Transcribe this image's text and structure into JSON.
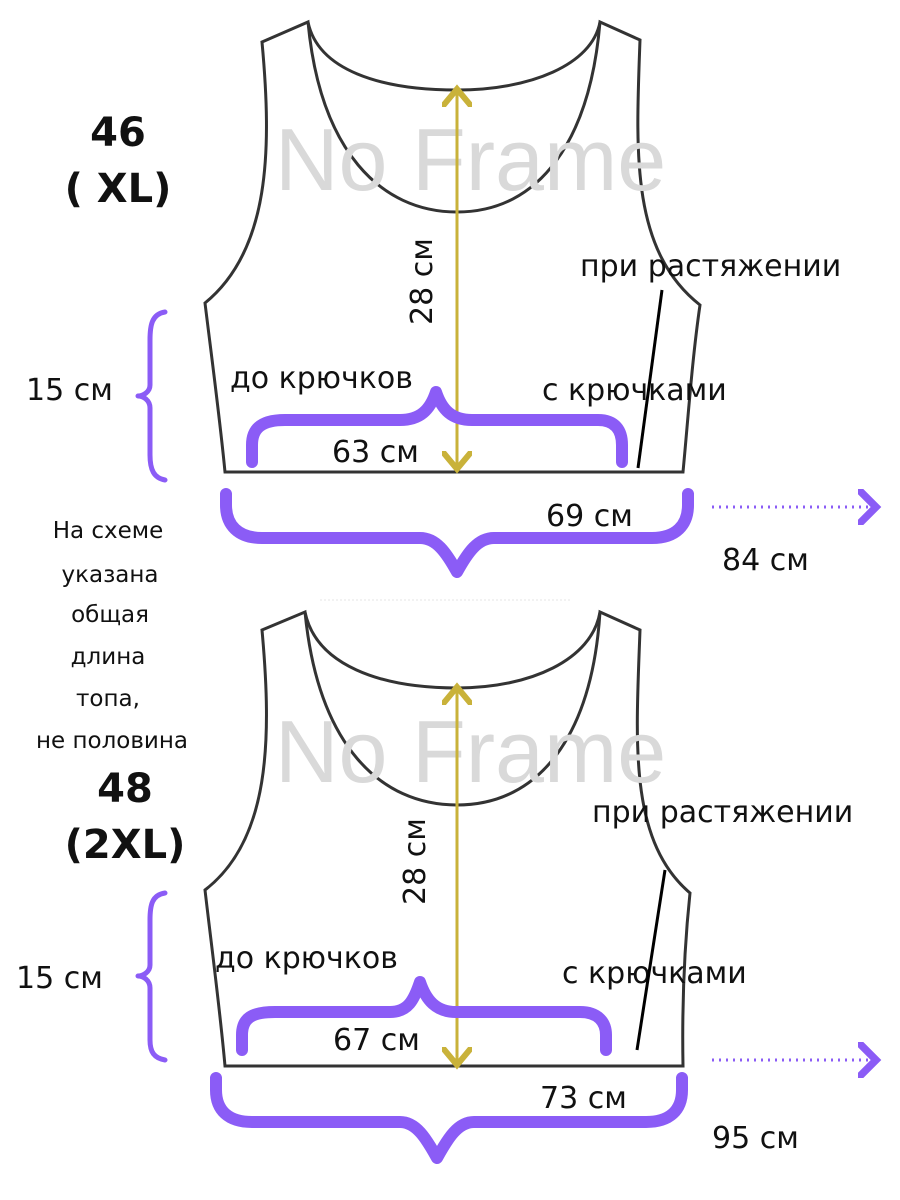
{
  "colors": {
    "brace": "#8b5cf6",
    "measure_arrow": "#c9b23a",
    "outline": "#333333",
    "watermark": "#d9d9d9"
  },
  "watermark": "No Frame",
  "note_lines": [
    "На схеме",
    "указана",
    "общая",
    "длина",
    "топа,",
    "не половина"
  ],
  "sizes": [
    {
      "size_number": "46",
      "size_letter": "( XL)",
      "length": "28 см",
      "band_height": "15 см",
      "before_hooks_label": "до крючков",
      "before_hooks_value": "63 см",
      "with_hooks_label": "с крючками",
      "with_hooks_value": "69 см",
      "stretched_label": "при растяжении",
      "stretched_value": "84 см"
    },
    {
      "size_number": "48",
      "size_letter": "(2XL)",
      "length": "28 см",
      "band_height": "15 см",
      "before_hooks_label": "до крючков",
      "before_hooks_value": "67 см",
      "with_hooks_label": "с крючками",
      "with_hooks_value": "73 см",
      "stretched_label": "при растяжении",
      "stretched_value": "95 см"
    }
  ]
}
